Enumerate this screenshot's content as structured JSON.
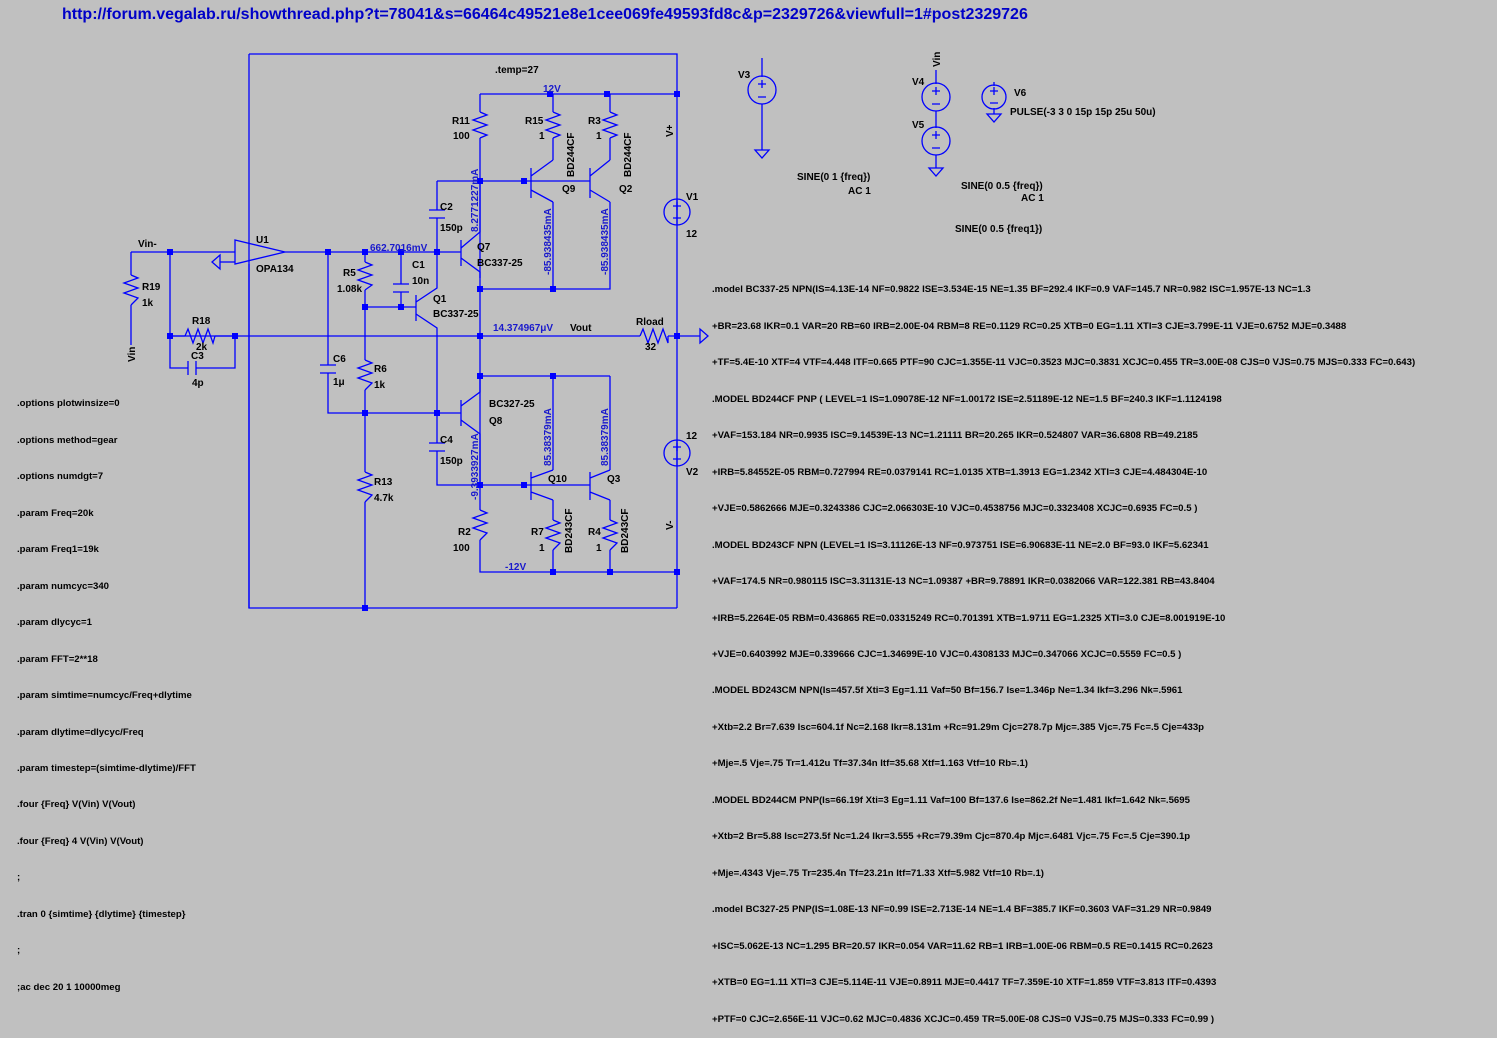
{
  "url": "http://forum.vegalab.ru/showthread.php?t=78041&s=66464c49521e8e1cee069fe49593fd8c&p=2329726&viewfull=1#post2329726",
  "directives": {
    "temp": ".temp=27",
    "spice_lines": [
      ".options plotwinsize=0",
      ".options method=gear",
      ".options numdgt=7",
      ".param Freq=20k",
      ".param Freq1=19k",
      ".param numcyc=340",
      ".param dlycyc=1",
      ".param FFT=2**18",
      ".param simtime=numcyc/Freq+dlytime",
      ".param dlytime=dlycyc/Freq",
      ".param timestep=(simtime-dlytime)/FFT",
      ".four {Freq} V(Vin) V(Vout)",
      ".four {Freq} 4 V(Vin) V(Vout)",
      ";",
      ".tran 0 {simtime} {dlytime} {timestep}",
      ";",
      ";ac dec 20 1 10000meg"
    ],
    "model_lines": [
      ".model BC337-25 NPN(IS=4.13E-14 NF=0.9822 ISE=3.534E-15 NE=1.35 BF=292.4 IKF=0.9 VAF=145.7 NR=0.982 ISC=1.957E-13 NC=1.3",
      "+BR=23.68 IKR=0.1 VAR=20 RB=60 IRB=2.00E-04 RBM=8 RE=0.1129 RC=0.25 XTB=0 EG=1.11 XTI=3 CJE=3.799E-11 VJE=0.6752 MJE=0.3488",
      "+TF=5.4E-10 XTF=4 VTF=4.448 ITF=0.665 PTF=90 CJC=1.355E-11 VJC=0.3523 MJC=0.3831 XCJC=0.455 TR=3.00E-08 CJS=0 VJS=0.75 MJS=0.333 FC=0.643)",
      ".MODEL BD244CF PNP ( LEVEL=1 IS=1.09078E-12 NF=1.00172 ISE=2.51189E-12 NE=1.5 BF=240.3 IKF=1.1124198",
      "+VAF=153.184 NR=0.9935 ISC=9.14539E-13 NC=1.21111 BR=20.265 IKR=0.524807 VAR=36.6808 RB=49.2185",
      "+IRB=5.84552E-05 RBM=0.727994 RE=0.0379141 RC=1.0135 XTB=1.3913 EG=1.2342 XTI=3 CJE=4.484304E-10",
      "+VJE=0.5862666 MJE=0.3243386 CJC=2.066303E-10 VJC=0.4538756 MJC=0.3323408 XCJC=0.6935 FC=0.5 )",
      ".MODEL BD243CF NPN (LEVEL=1 IS=3.11126E-13 NF=0.973751 ISE=6.90683E-11 NE=2.0 BF=93.0 IKF=5.62341",
      "+VAF=174.5 NR=0.980115 ISC=3.31131E-13 NC=1.09387 +BR=9.78891 IKR=0.0382066 VAR=122.381 RB=43.8404",
      "+IRB=5.2264E-05 RBM=0.436865 RE=0.03315249 RC=0.701391 XTB=1.9711 EG=1.2325 XTI=3.0 CJE=8.001919E-10",
      "+VJE=0.6403992 MJE=0.339666 CJC=1.34699E-10 VJC=0.4308133 MJC=0.347066 XCJC=0.5559 FC=0.5 )",
      ".MODEL BD243CM NPN(Is=457.5f Xti=3 Eg=1.11 Vaf=50 Bf=156.7 Ise=1.346p Ne=1.34 Ikf=3.296 Nk=.5961",
      "+Xtb=2.2 Br=7.639 Isc=604.1f Nc=2.168 Ikr=8.131m +Rc=91.29m Cjc=278.7p Mjc=.385 Vjc=.75 Fc=.5 Cje=433p",
      "+Mje=.5 Vje=.75 Tr=1.412u Tf=37.34n Itf=35.68 Xtf=1.163 Vtf=10 Rb=.1)",
      ".MODEL BD244CM PNP(Is=66.19f Xti=3 Eg=1.11 Vaf=100 Bf=137.6 Ise=862.2f Ne=1.481 Ikf=1.642 Nk=.5695",
      "+Xtb=2 Br=5.88 Isc=273.5f Nc=1.24 Ikr=3.555 +Rc=79.39m Cjc=870.4p Mjc=.6481 Vjc=.75 Fc=.5 Cje=390.1p",
      "+Mje=.4343 Vje=.75 Tr=235.4n Tf=23.21n Itf=71.33 Xtf=5.982 Vtf=10 Rb=.1)",
      ".model BC327-25 PNP(IS=1.08E-13 NF=0.99 ISE=2.713E-14 NE=1.4 BF=385.7 IKF=0.3603 VAF=31.29 NR=0.9849",
      "+ISC=5.062E-13 NC=1.295 BR=20.57 IKR=0.054 VAR=11.62 RB=1 IRB=1.00E-06 RBM=0.5 RE=0.1415 RC=0.2623",
      "+XTB=0 EG=1.11 XTI=3 CJE=5.114E-11 VJE=0.8911 MJE=0.4417 TF=7.359E-10 XTF=1.859 VTF=3.813 ITF=0.4393",
      "+PTF=0 CJC=2.656E-11 VJC=0.62 MJC=0.4836 XCJC=0.459 TR=5.00E-08 CJS=0 VJS=0.75 MJS=0.333 FC=0.99 )"
    ]
  },
  "components": {
    "U1": {
      "ref": "U1",
      "value": "OPA134"
    },
    "R19": {
      "ref": "R19",
      "value": "1k"
    },
    "R18": {
      "ref": "R18",
      "value": "2k"
    },
    "C3": {
      "ref": "C3",
      "value": "4p"
    },
    "C6": {
      "ref": "C6",
      "value": "1μ"
    },
    "R5": {
      "ref": "R5",
      "value": "1.08k"
    },
    "C1": {
      "ref": "C1",
      "value": "10n"
    },
    "R6": {
      "ref": "R6",
      "value": "1k"
    },
    "R13": {
      "ref": "R13",
      "value": "4.7k"
    },
    "Q1": {
      "ref": "Q1",
      "value": "BC337-25"
    },
    "Q7": {
      "ref": "Q7",
      "value": "BC337-25"
    },
    "Q8": {
      "ref": "Q8",
      "value": "BC327-25"
    },
    "C2": {
      "ref": "C2",
      "value": "150p"
    },
    "C4": {
      "ref": "C4",
      "value": "150p"
    },
    "R11": {
      "ref": "R11",
      "value": "100"
    },
    "R2": {
      "ref": "R2",
      "value": "100"
    },
    "R15": {
      "ref": "R15",
      "value": "1"
    },
    "R3": {
      "ref": "R3",
      "value": "1"
    },
    "R7": {
      "ref": "R7",
      "value": "1"
    },
    "R4": {
      "ref": "R4",
      "value": "1"
    },
    "Q9": {
      "ref": "Q9",
      "value": "BD244CF"
    },
    "Q2": {
      "ref": "Q2",
      "value": "BD244CF"
    },
    "Q10": {
      "ref": "Q10",
      "value": "BD243CF"
    },
    "Q3": {
      "ref": "Q3",
      "value": "BD243CF"
    },
    "Rload": {
      "ref": "Rload",
      "value": "32"
    },
    "V1": {
      "ref": "V1",
      "value": "12"
    },
    "V2": {
      "ref": "V2",
      "value": "12"
    },
    "V3": {
      "ref": "V3",
      "value": "SINE(0 1 {freq})",
      "ac": "AC 1"
    },
    "V4": {
      "ref": "V4",
      "value": "SINE(0 0.5 {freq})",
      "ac": "AC 1"
    },
    "V5": {
      "ref": "V5",
      "value": "SINE(0 0.5 {freq1})"
    },
    "V6": {
      "ref": "V6",
      "value": "PULSE(-3 3 0 15p 15p 25u 50u)"
    }
  },
  "nets": {
    "vin_minus": "Vin-",
    "vin": "Vin",
    "vout": "Vout",
    "vplus": "V+",
    "vminus": "V-"
  },
  "probes": {
    "v_bias": "662.7016mV",
    "v_out": "14.374967μV",
    "v_pos_rail": "12V",
    "v_neg_rail": "-12V",
    "i_r11": "8.2771227mA",
    "i_q9": "-85.938435mA",
    "i_q2": "-85.938435mA",
    "i_r2": "-9.3933927mA",
    "i_q10": "85.38379mA",
    "i_q3": "85.38379mA"
  }
}
